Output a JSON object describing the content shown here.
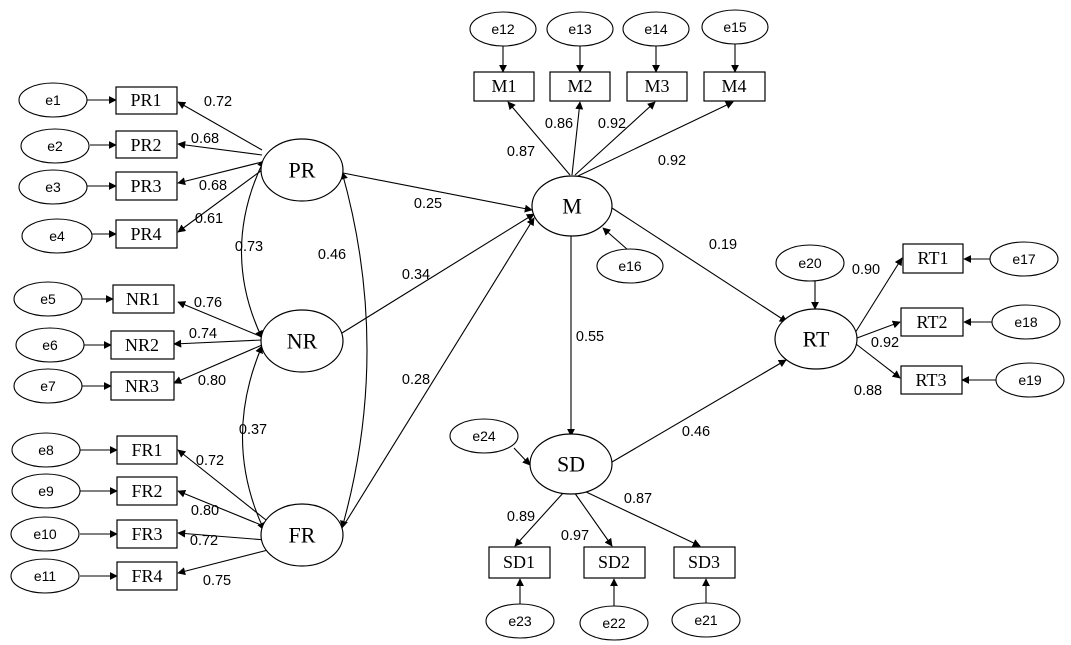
{
  "latents": {
    "PR": "PR",
    "NR": "NR",
    "FR": "FR",
    "M": "M",
    "SD": "SD",
    "RT": "RT"
  },
  "indicators": {
    "PR1": "PR1",
    "PR2": "PR2",
    "PR3": "PR3",
    "PR4": "PR4",
    "NR1": "NR1",
    "NR2": "NR2",
    "NR3": "NR3",
    "FR1": "FR1",
    "FR2": "FR2",
    "FR3": "FR3",
    "FR4": "FR4",
    "M1": "M1",
    "M2": "M2",
    "M3": "M3",
    "M4": "M4",
    "SD1": "SD1",
    "SD2": "SD2",
    "SD3": "SD3",
    "RT1": "RT1",
    "RT2": "RT2",
    "RT3": "RT3"
  },
  "errors": {
    "e1": "e1",
    "e2": "e2",
    "e3": "e3",
    "e4": "e4",
    "e5": "e5",
    "e6": "e6",
    "e7": "e7",
    "e8": "e8",
    "e9": "e9",
    "e10": "e10",
    "e11": "e11",
    "e12": "e12",
    "e13": "e13",
    "e14": "e14",
    "e15": "e15",
    "e16": "e16",
    "e17": "e17",
    "e18": "e18",
    "e19": "e19",
    "e20": "e20",
    "e21": "e21",
    "e22": "e22",
    "e23": "e23",
    "e24": "e24"
  },
  "loadings": {
    "PR_PR1": "0.72",
    "PR_PR2": "0.68",
    "PR_PR3": "0.68",
    "PR_PR4": "0.61",
    "NR_NR1": "0.76",
    "NR_NR2": "0.74",
    "NR_NR3": "0.80",
    "FR_FR1": "0.72",
    "FR_FR2": "0.80",
    "FR_FR3": "0.72",
    "FR_FR4": "0.75",
    "M_M1": "0.87",
    "M_M2": "0.86",
    "M_M3": "0.92",
    "M_M4": "0.92",
    "SD_SD1": "0.89",
    "SD_SD2": "0.97",
    "SD_SD3": "0.87",
    "RT_RT1": "0.90",
    "RT_RT2": "0.92",
    "RT_RT3": "0.88"
  },
  "covariances": {
    "PR_NR": "0.73",
    "PR_FR": "0.46",
    "NR_FR": "0.37"
  },
  "paths": {
    "PR_M": "0.25",
    "NR_M": "0.34",
    "FR_M": "0.28",
    "M_SD": "0.55",
    "M_RT": "0.19",
    "SD_RT": "0.46"
  }
}
